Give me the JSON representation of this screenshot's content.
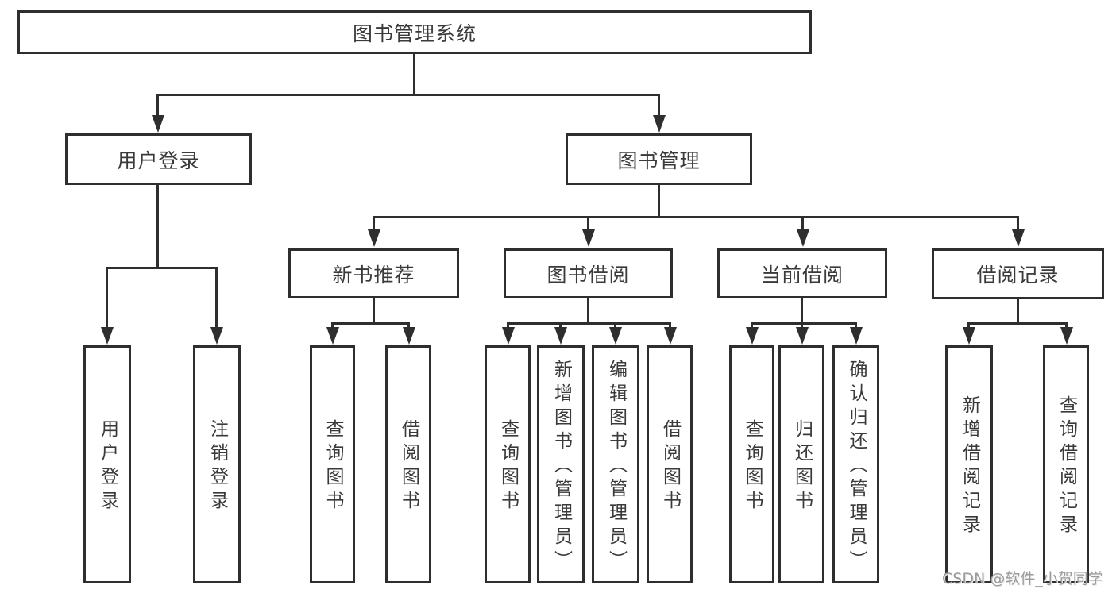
{
  "diagram_type": "hierarchy-tree",
  "tree": {
    "label": "图书管理系统",
    "children": [
      {
        "label": "用户登录",
        "children": [
          {
            "label": "用户登录"
          },
          {
            "label": "注销登录"
          }
        ]
      },
      {
        "label": "图书管理",
        "children": [
          {
            "label": "新书推荐",
            "children": [
              {
                "label": "查询图书"
              },
              {
                "label": "借阅图书"
              }
            ]
          },
          {
            "label": "图书借阅",
            "children": [
              {
                "label": "查询图书"
              },
              {
                "label": "新增图书（管理员）"
              },
              {
                "label": "编辑图书（管理员）"
              },
              {
                "label": "借阅图书"
              }
            ]
          },
          {
            "label": "当前借阅",
            "children": [
              {
                "label": "查询图书"
              },
              {
                "label": "归还图书"
              },
              {
                "label": "确认归还（管理员）"
              }
            ]
          },
          {
            "label": "借阅记录",
            "children": [
              {
                "label": "新增借阅记录"
              },
              {
                "label": "查询借阅记录"
              }
            ]
          }
        ]
      }
    ]
  },
  "watermark": {
    "text": "CSDN @软件_小贺同学"
  },
  "colors": {
    "line": "#2e2e2e",
    "text": "#3a3a3a",
    "background": "#ffffff",
    "watermark": "#9b9b9b"
  }
}
